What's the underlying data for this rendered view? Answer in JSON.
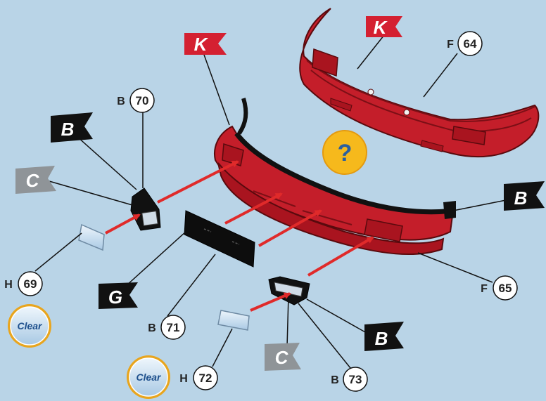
{
  "flags": {
    "k_top": "K",
    "k_mid": "K",
    "b_left": "B",
    "b_right": "B",
    "b_bottom": "B",
    "c_left": "C",
    "c_bottom": "C",
    "g": "G"
  },
  "callouts": {
    "f64": {
      "letter": "F",
      "number": "64"
    },
    "b70": {
      "letter": "B",
      "number": "70"
    },
    "h69": {
      "letter": "H",
      "number": "69"
    },
    "b71": {
      "letter": "B",
      "number": "71"
    },
    "h72": {
      "letter": "H",
      "number": "72"
    },
    "b73": {
      "letter": "B",
      "number": "73"
    },
    "f65": {
      "letter": "F",
      "number": "65"
    }
  },
  "clear_badges": [
    "Clear",
    "Clear"
  ],
  "help": {
    "symbol": "?"
  },
  "colors": {
    "background": "#b9d4e7",
    "body_red": "#c41e2a",
    "red_flag": "#d42031",
    "black_flag": "#111111",
    "gray_flag": "#8f9498",
    "arrow_red": "#e02a2a",
    "help_yellow": "#f6b91c"
  }
}
